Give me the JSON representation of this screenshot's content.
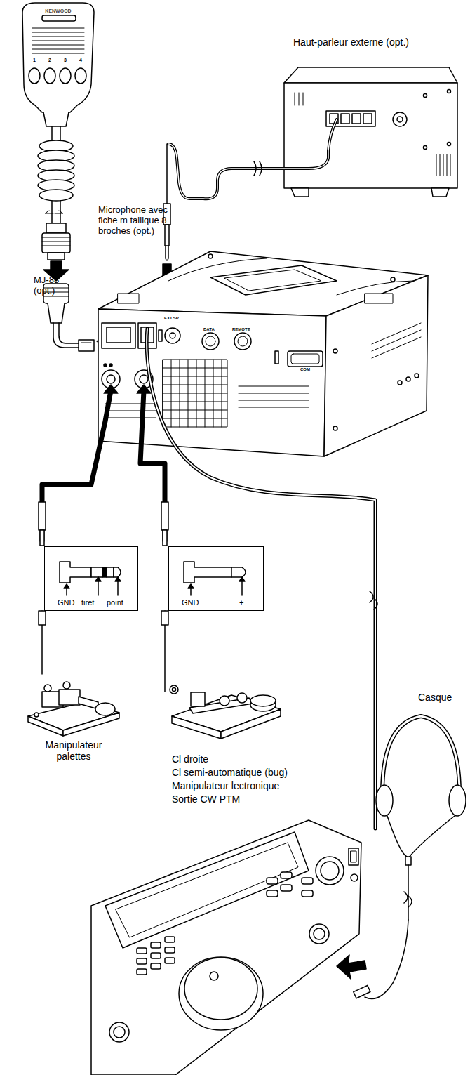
{
  "diagram": {
    "nodes": [
      {
        "text": [
          "GND",
          "tiret",
          "point"
        ]
      },
      {
        "text": [
          "GND",
          "+"
        ]
      }
    ],
    "labels": [
      "KENWOOD",
      "1",
      "2",
      "3",
      "4",
      "Microphone avec fiche m tallique 8 broches (opt.)",
      "Haut-parleur externe (opt.)",
      "MJ-88 (opt.)",
      "EXT.SP",
      "DATA",
      "REMOTE",
      "COM",
      "Manipulateur palettes",
      "Cl droite",
      "Cl semi-automatique (bug)",
      "Manipulateur lectronique",
      "Sortie CW PTM",
      "Casque"
    ]
  }
}
